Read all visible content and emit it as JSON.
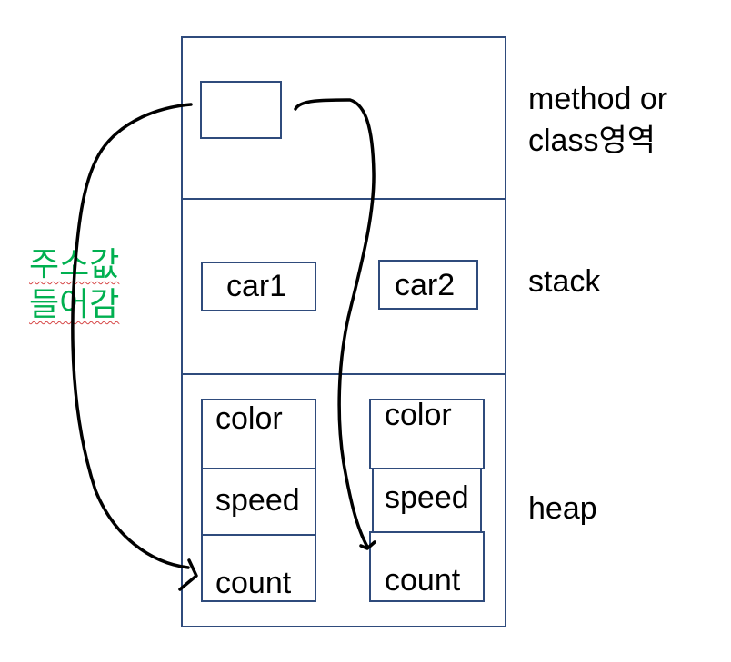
{
  "regions": {
    "method": {
      "label_line1": "method or",
      "label_line2": "class영역"
    },
    "stack": {
      "label": "stack"
    },
    "heap": {
      "label": "heap"
    }
  },
  "stack_vars": {
    "car1": "car1",
    "car2": "car2"
  },
  "objects": [
    {
      "fields": [
        "color",
        "speed",
        "count"
      ]
    },
    {
      "fields": [
        "color",
        "speed",
        "count"
      ]
    }
  ],
  "annotation": {
    "line1": "주소값",
    "line2": "들어감"
  },
  "colors": {
    "border": "#2f4b7c",
    "annotation": "#00b050",
    "arrow": "#000000"
  }
}
